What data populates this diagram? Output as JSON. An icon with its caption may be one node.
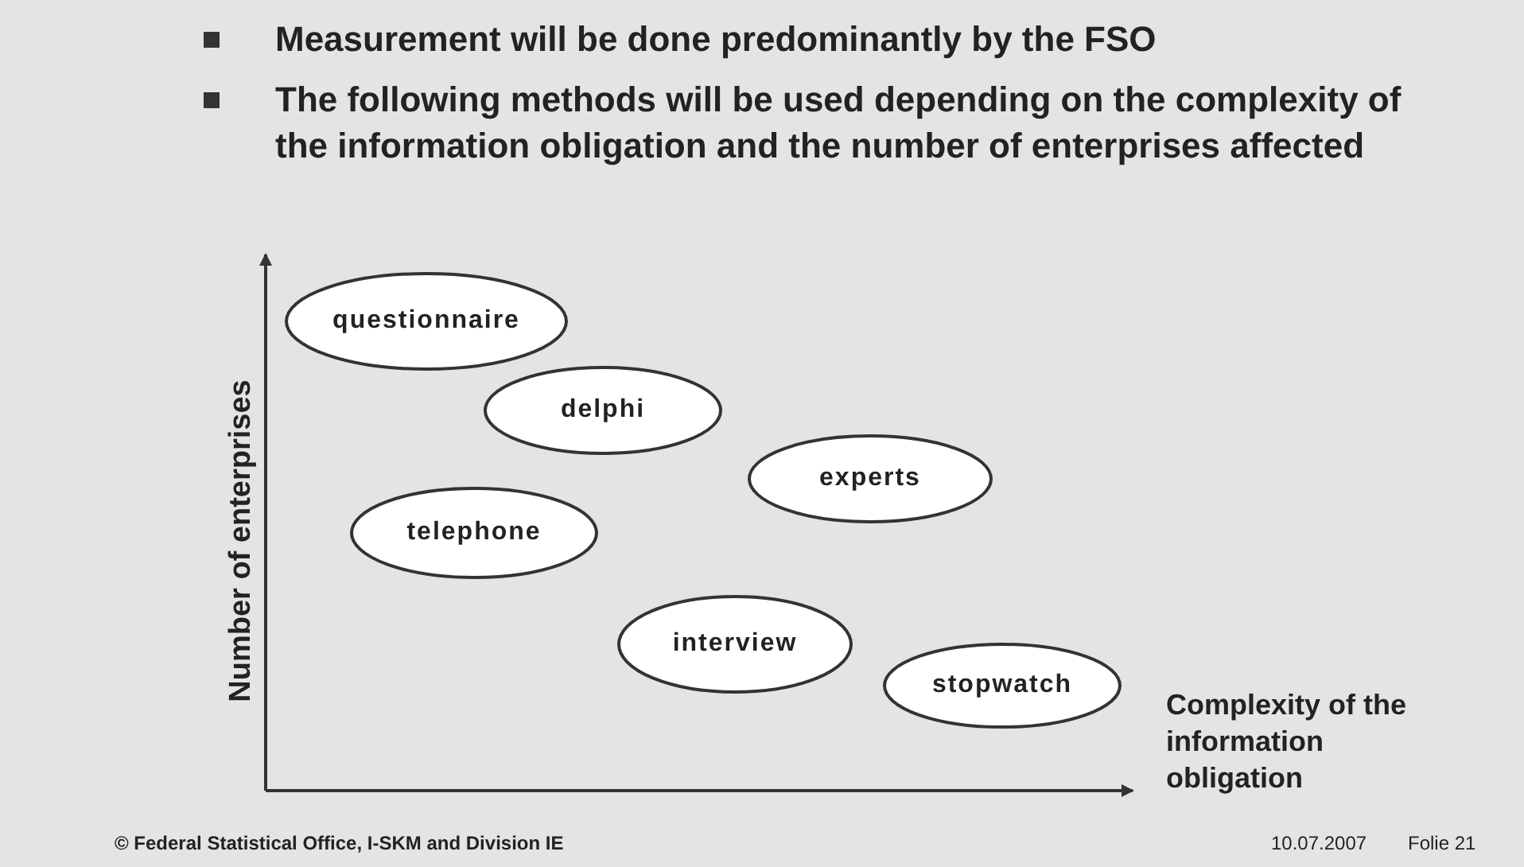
{
  "diagram": {
    "nodes": [
      {
        "text": [
          "questionnaire"
        ]
      },
      {
        "text": [
          "delphi"
        ]
      },
      {
        "text": [
          "experts"
        ]
      },
      {
        "text": [
          "telephone"
        ]
      },
      {
        "text": [
          "interview"
        ]
      },
      {
        "text": [
          "stopwatch"
        ]
      }
    ],
    "edges": [],
    "labels": [
      "Measurement will be done predominantly by the FSO",
      "The following methods will be used depending on the complexity of the information obligation and the number of enterprises affected",
      "Number of enterprises",
      "Complexity of the information obligation",
      "© Federal Statistical Office, I-SKM and Division IE",
      "10.07.2007",
      "Folie 21"
    ]
  }
}
